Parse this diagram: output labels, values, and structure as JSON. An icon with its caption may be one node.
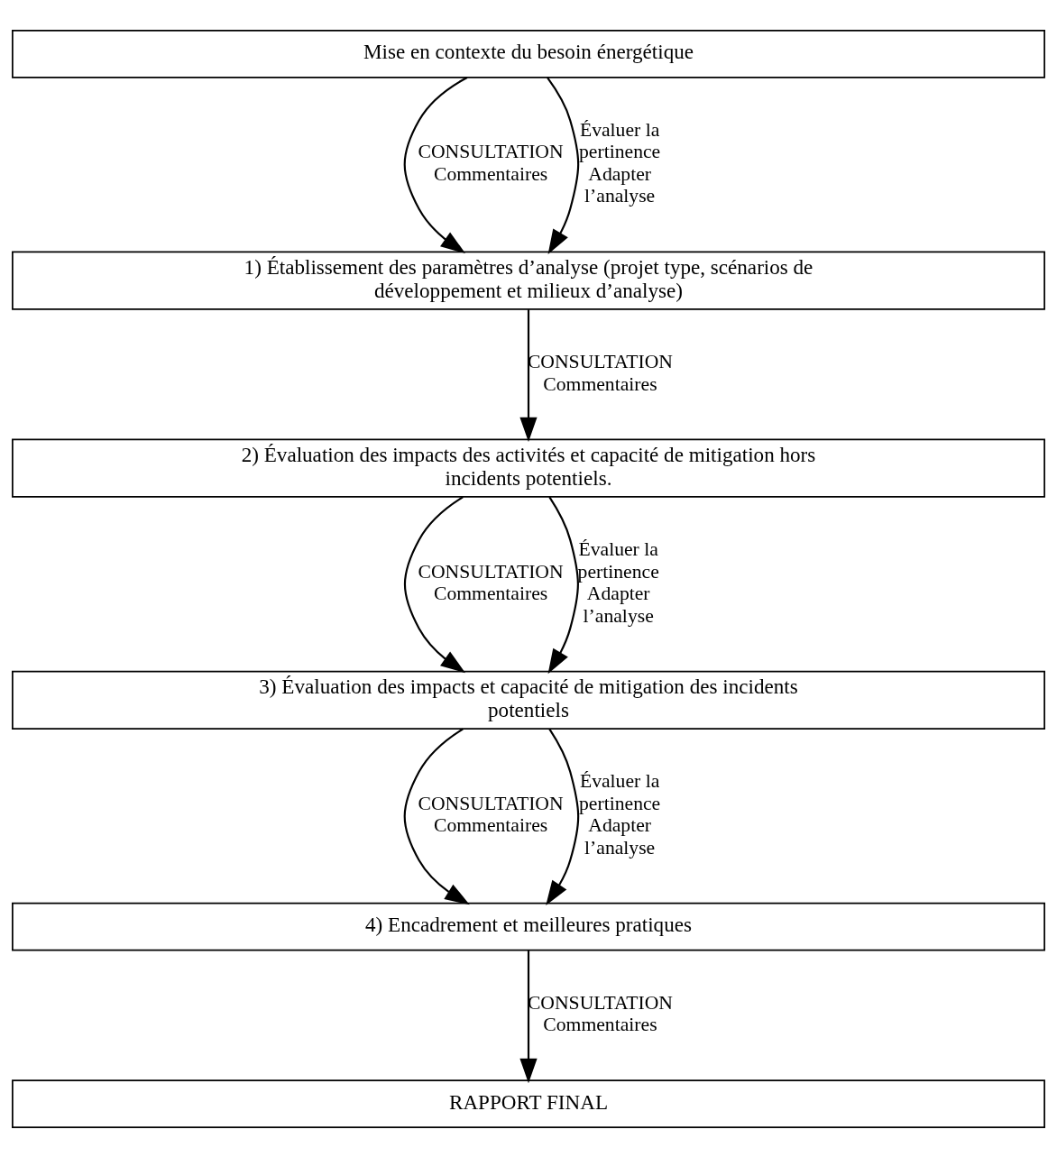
{
  "diagram": {
    "nodes": [
      {
        "text": [
          "Mise en contexte du besoin énergétique"
        ]
      },
      {
        "text": [
          "1) Établissement des paramètres d’analyse (projet type, scénarios de développement et milieux d’analyse)"
        ]
      },
      {
        "text": [
          "2) Évaluation des impacts des activités et capacité de mitigation hors incidents potentiels."
        ]
      },
      {
        "text": [
          "3) Évaluation des impacts et capacité de mitigation des incidents potentiels"
        ]
      },
      {
        "text": [
          "4) Encadrement et meilleures pratiques"
        ]
      },
      {
        "text": [
          "RAPPORT FINAL"
        ]
      }
    ],
    "edges": [
      {
        "from": 0,
        "to": 1,
        "arrow": "to",
        "label": "CONSULTATION Commentaires"
      },
      {
        "from": 0,
        "to": 1,
        "arrow": "to",
        "label": "Évaluer la pertinence Adapter l’analyse"
      },
      {
        "from": 1,
        "to": 2,
        "arrow": "to",
        "label": "CONSULTATION Commentaires"
      },
      {
        "from": 2,
        "to": 3,
        "arrow": "to",
        "label": "CONSULTATION Commentaires"
      },
      {
        "from": 2,
        "to": 3,
        "arrow": "to",
        "label": "Évaluer la pertinence Adapter l’analyse"
      },
      {
        "from": 3,
        "to": 4,
        "arrow": "to",
        "label": "CONSULTATION Commentaires"
      },
      {
        "from": 3,
        "to": 4,
        "arrow": "to",
        "label": "Évaluer la pertinence Adapter l’analyse"
      },
      {
        "from": 4,
        "to": 5,
        "arrow": "to",
        "label": "CONSULTATION Commentaires"
      }
    ]
  }
}
